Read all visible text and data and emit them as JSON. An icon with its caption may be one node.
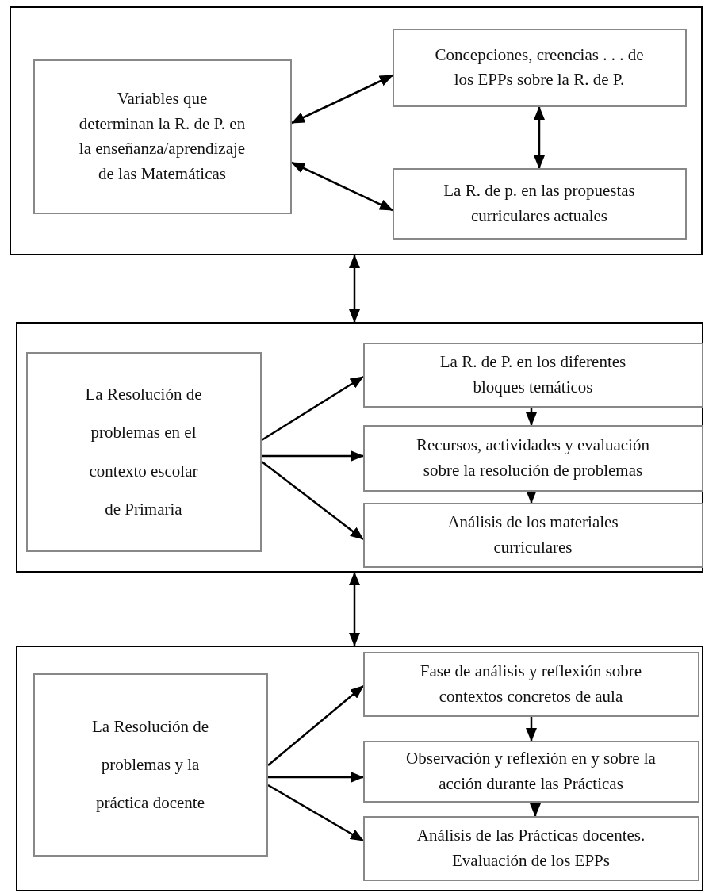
{
  "diagram": {
    "nodes": [
      {
        "text": [],
        "shape": "box"
      },
      {
        "text": [
          "Variables que determinan la R. de P. en la enseñanza/aprendizaje de las Matemáticas"
        ],
        "in": 0
      },
      {
        "text": [
          "Concepciones, creencias . . . de los EPPs sobre la R. de P."
        ],
        "in": 0
      },
      {
        "text": [
          "La R. de p. en las propuestas curriculares actuales"
        ],
        "in": 0
      },
      {
        "text": [],
        "shape": "box"
      },
      {
        "text": [
          "La Resolución de problemas en el contexto escolar de Primaria"
        ],
        "in": 4
      },
      {
        "text": [
          "La R. de P. en los diferentes bloques temáticos"
        ],
        "in": 4
      },
      {
        "text": [
          "Recursos, actividades y evaluación sobre la resolución de problemas"
        ],
        "in": 4
      },
      {
        "text": [
          "Análisis de los materiales curriculares"
        ],
        "in": 4
      },
      {
        "text": [],
        "shape": "box"
      },
      {
        "text": [
          "La Resolución de problemas y la práctica docente"
        ],
        "in": 9
      },
      {
        "text": [
          "Fase de análisis y reflexión sobre contextos concretos de aula"
        ],
        "in": 9
      },
      {
        "text": [
          "Observación y reflexión en y sobre la acción durante las Prácticas"
        ],
        "in": 9
      },
      {
        "text": [
          "Análisis de las Prácticas docentes. Evaluación de los EPPs"
        ],
        "in": 9
      }
    ],
    "edges": [
      {
        "from": 1,
        "to": 2,
        "arrow": "both"
      },
      {
        "from": 1,
        "to": 3,
        "arrow": "both"
      },
      {
        "from": 2,
        "to": 3,
        "arrow": "both"
      },
      {
        "from": 0,
        "to": 4,
        "arrow": "both"
      },
      {
        "from": 5,
        "to": 6,
        "arrow": "to"
      },
      {
        "from": 5,
        "to": 7,
        "arrow": "to"
      },
      {
        "from": 5,
        "to": 8,
        "arrow": "to"
      },
      {
        "from": 6,
        "to": 7,
        "arrow": "to"
      },
      {
        "from": 7,
        "to": 8,
        "arrow": "to"
      },
      {
        "from": 4,
        "to": 9,
        "arrow": "both"
      },
      {
        "from": 10,
        "to": 11,
        "arrow": "to"
      },
      {
        "from": 10,
        "to": 12,
        "arrow": "to"
      },
      {
        "from": 10,
        "to": 13,
        "arrow": "to"
      },
      {
        "from": 11,
        "to": 12,
        "arrow": "to"
      },
      {
        "from": 12,
        "to": 13,
        "arrow": "to"
      }
    ]
  }
}
